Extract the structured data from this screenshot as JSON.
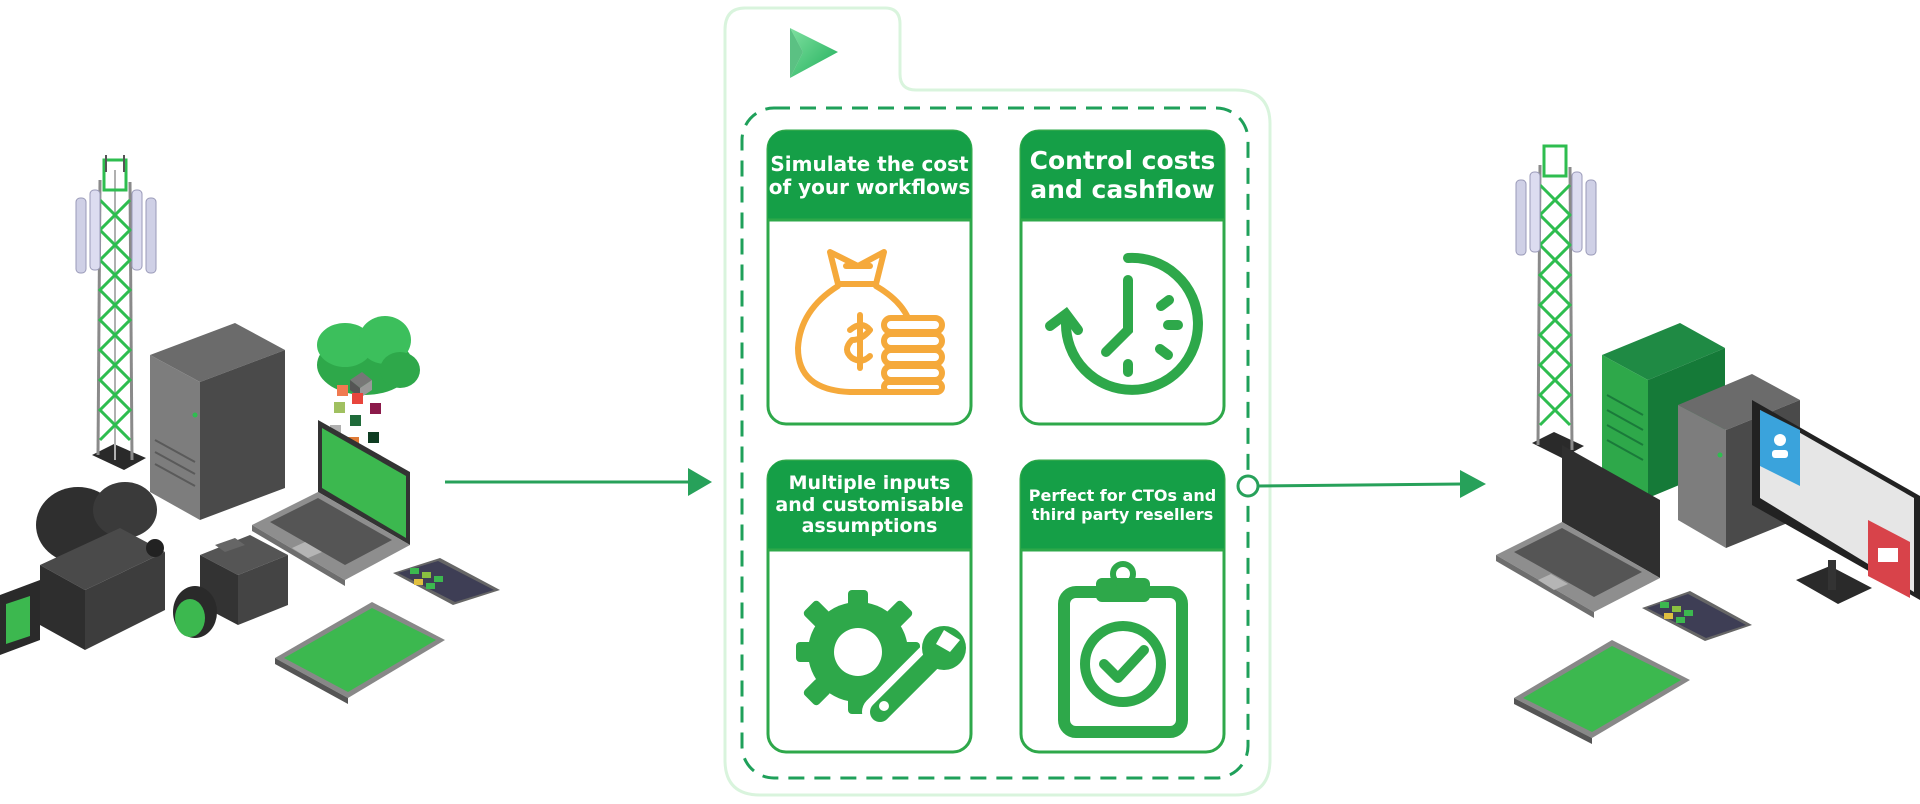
{
  "colors": {
    "brand_green": "#2ea84a",
    "dark_green": "#1a8a3c",
    "light_outline": "#d9f4dd",
    "money_orange": "#f5a93b",
    "arrow_green": "#27a15a"
  },
  "cards": [
    {
      "title": "Simulate the cost\nof your workflows",
      "icon": "money-bag-coins-icon"
    },
    {
      "title": "Control costs\nand cashflow",
      "icon": "clock-cycle-icon"
    },
    {
      "title": "Multiple inputs\nand customisable\nassumptions",
      "icon": "gear-wrench-icon"
    },
    {
      "title": "Perfect for CTOs and\nthird party resellers",
      "icon": "clipboard-check-icon"
    }
  ],
  "icons": {
    "logo": "play-logo-icon",
    "left_cluster": "source-devices-illustration",
    "right_cluster": "destination-devices-illustration"
  }
}
